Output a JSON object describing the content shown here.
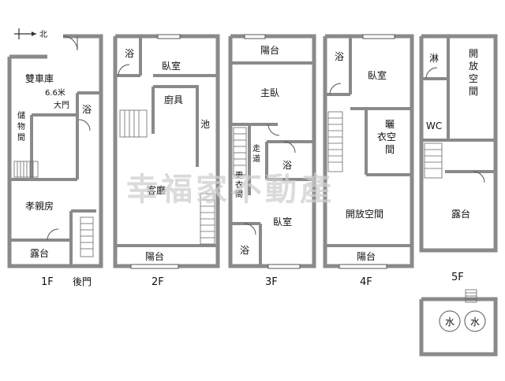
{
  "compass": {
    "label": "北"
  },
  "watermark": "幸福家不動產",
  "floors": {
    "f1": {
      "label": "1F",
      "rooms": {
        "garage": "雙車庫",
        "garage_width": "6.6米",
        "main_door": "大門",
        "storage": "儲\n物\n間",
        "bath": "浴",
        "elder_room": "孝親房",
        "terrace": "露台",
        "back_door": "後門"
      }
    },
    "f2": {
      "label": "2F",
      "rooms": {
        "bath": "浴",
        "bedroom": "臥室",
        "kitchen": "廚具",
        "sink": "池",
        "living": "客廳",
        "balcony": "陽台"
      }
    },
    "f3": {
      "label": "3F",
      "rooms": {
        "balcony_top": "陽台",
        "master": "主臥",
        "corridor": "走道",
        "closet": "更衣間",
        "bath_mid": "浴",
        "bedroom": "臥室",
        "bath_low": "浴"
      }
    },
    "f4": {
      "label": "4F",
      "rooms": {
        "bath": "浴",
        "bedroom": "臥室",
        "drying": "曬衣空間",
        "open": "開放空間",
        "balcony": "陽台"
      }
    },
    "f5": {
      "label": "5F",
      "rooms": {
        "shower": "淋",
        "open": "開放空間",
        "wc": "WC",
        "terrace": "露台"
      }
    },
    "roof": {
      "tank1": "水",
      "tank2": "水"
    }
  }
}
